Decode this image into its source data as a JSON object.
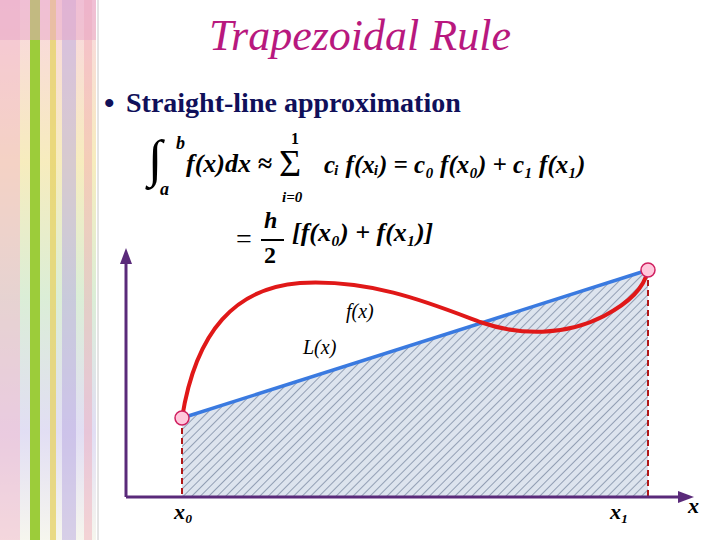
{
  "diagram": {
    "title": "Trapezoidal Rule",
    "labels": [
      "•",
      "Straight-line approximation",
      "∫",
      "b",
      "a",
      "f(x)dx ≈",
      "1",
      "Σ",
      "i=0",
      "cᵢ f(xᵢ) = c₀ f(x₀) + c₁ f(x₁)",
      "=",
      "h",
      "2",
      "[f(x₀) + f(x₁)]",
      "f(x)",
      "L(x)",
      "x₀",
      "x₁",
      "x"
    ]
  }
}
